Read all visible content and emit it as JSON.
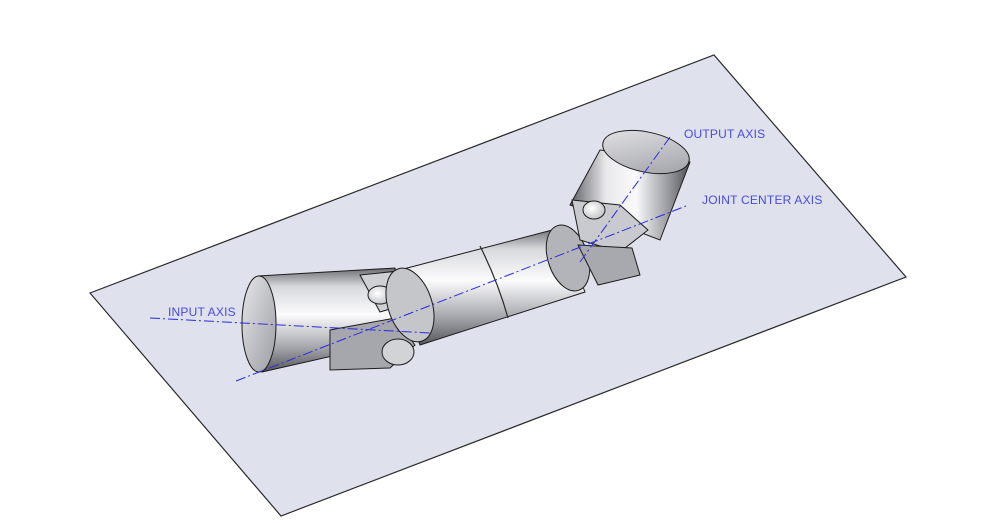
{
  "labels": {
    "output_axis": "OUTPUT AXIS",
    "joint_center_axis": "JOINT CENTER AXIS",
    "input_axis": "INPUT AXIS"
  },
  "colors": {
    "plane_fill": "#dfe1ec",
    "plane_stroke": "#2a2a2a",
    "axis_line": "#2a2ae0",
    "label_text": "#4a4adf",
    "metal_light": "#f4f4f6",
    "metal_mid": "#b9babf",
    "metal_dark": "#5f6066",
    "outline": "#1c1c1c"
  },
  "icons": {
    "input_yoke": "input-yoke-cylinder",
    "output_yoke": "output-yoke-cylinder",
    "cross_pin": "cross-pin"
  }
}
